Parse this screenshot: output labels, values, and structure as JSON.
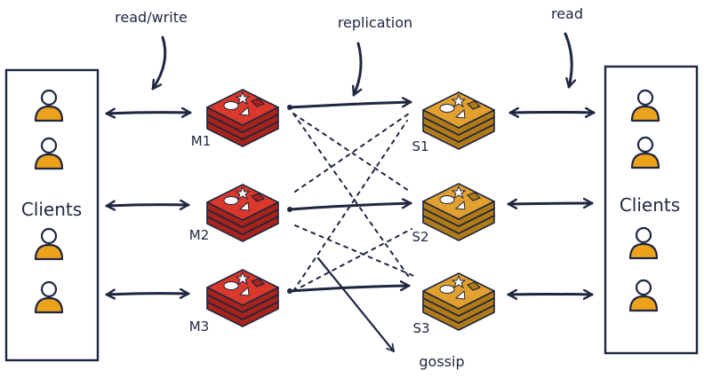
{
  "diagram": {
    "title": "Redis cluster: masters, replicas and gossip",
    "colors": {
      "ink": "#1f2640",
      "master_fill": "#d9382b",
      "master_dark": "#a8231a",
      "replica_fill": "#e2a12e",
      "replica_dark": "#b07a16",
      "client_body": "#eda21c",
      "background": "#ffffff"
    },
    "annotations": {
      "read_write": "read/write",
      "replication": "replication",
      "read": "read",
      "gossip": "gossip"
    },
    "client_groups": [
      {
        "id": "left",
        "label": "Clients",
        "people": 4
      },
      {
        "id": "right",
        "label": "Clients",
        "people": 4
      }
    ],
    "masters": [
      {
        "id": "M1",
        "label": "M1",
        "icon": "redis-master-icon"
      },
      {
        "id": "M2",
        "label": "M2",
        "icon": "redis-master-icon"
      },
      {
        "id": "M3",
        "label": "M3",
        "icon": "redis-master-icon"
      }
    ],
    "replicas": [
      {
        "id": "S1",
        "label": "S1",
        "icon": "redis-replica-icon"
      },
      {
        "id": "S2",
        "label": "S2",
        "icon": "redis-replica-icon"
      },
      {
        "id": "S3",
        "label": "S3",
        "icon": "redis-replica-icon"
      }
    ],
    "edges": [
      {
        "from": "left-clients",
        "to": "M1",
        "style": "solid",
        "arrow": "both"
      },
      {
        "from": "left-clients",
        "to": "M2",
        "style": "solid",
        "arrow": "both"
      },
      {
        "from": "left-clients",
        "to": "M3",
        "style": "solid",
        "arrow": "both"
      },
      {
        "from": "M1",
        "to": "S1",
        "style": "solid",
        "arrow": "end",
        "kind": "replication"
      },
      {
        "from": "M2",
        "to": "S2",
        "style": "solid",
        "arrow": "end",
        "kind": "replication"
      },
      {
        "from": "M3",
        "to": "S3",
        "style": "solid",
        "arrow": "end",
        "kind": "replication"
      },
      {
        "from": "M1",
        "to": "S2",
        "style": "dashed",
        "kind": "gossip"
      },
      {
        "from": "M1",
        "to": "S3",
        "style": "dashed",
        "kind": "gossip"
      },
      {
        "from": "M2",
        "to": "S1",
        "style": "dashed",
        "kind": "gossip"
      },
      {
        "from": "M2",
        "to": "S3",
        "style": "dashed",
        "kind": "gossip"
      },
      {
        "from": "M3",
        "to": "S1",
        "style": "dashed",
        "kind": "gossip"
      },
      {
        "from": "M3",
        "to": "S2",
        "style": "dashed",
        "kind": "gossip"
      },
      {
        "from": "S1",
        "to": "right-clients",
        "style": "solid",
        "arrow": "both"
      },
      {
        "from": "S2",
        "to": "right-clients",
        "style": "solid",
        "arrow": "both"
      },
      {
        "from": "S3",
        "to": "right-clients",
        "style": "solid",
        "arrow": "both"
      }
    ]
  }
}
